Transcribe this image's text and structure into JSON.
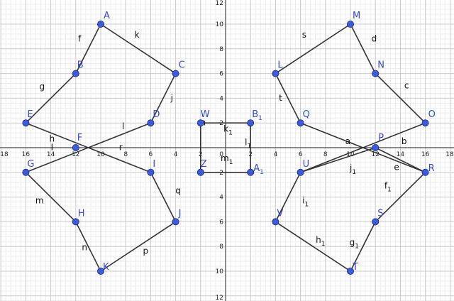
{
  "axes": {
    "x_ticks": [
      "18",
      "16",
      "14",
      "12",
      "10",
      "8",
      "6",
      "4",
      "2",
      "2",
      "4",
      "6",
      "8",
      "10",
      "12",
      "14",
      "16",
      "18"
    ],
    "y_ticks": [
      "12",
      "10",
      "8",
      "6",
      "4",
      "2",
      "2",
      "4",
      "6",
      "8",
      "10",
      "12"
    ],
    "origin_label": "0"
  },
  "colors": {
    "point_fill": "#3b5bdb",
    "point_label": "#3848d8",
    "segment": "#333333",
    "grid_major": "#c9c9c9",
    "grid_minor": "#ececec",
    "axis": "#444444"
  },
  "points": [
    {
      "id": "A",
      "x": -10,
      "y": 10,
      "dx": 4,
      "dy": -8
    },
    {
      "id": "B",
      "x": -12,
      "y": 6,
      "dx": 2,
      "dy": -8
    },
    {
      "id": "C",
      "x": -4,
      "y": 6,
      "dx": 4,
      "dy": -8
    },
    {
      "id": "D",
      "x": -6,
      "y": 2,
      "dx": 3,
      "dy": -8
    },
    {
      "id": "E",
      "x": -16,
      "y": 2,
      "dx": 2,
      "dy": -8
    },
    {
      "id": "F",
      "x": -12,
      "y": 0,
      "dx": 2,
      "dy": -10
    },
    {
      "id": "G",
      "x": -16,
      "y": -2,
      "dx": 2,
      "dy": -8
    },
    {
      "id": "H",
      "x": -12,
      "y": -6,
      "dx": 3,
      "dy": -8
    },
    {
      "id": "I",
      "x": -6,
      "y": -2,
      "dx": 3,
      "dy": -8
    },
    {
      "id": "J",
      "x": -4,
      "y": -6,
      "dx": 4,
      "dy": -8
    },
    {
      "id": "K",
      "x": -10,
      "y": -10,
      "dx": 3,
      "dy": -2
    },
    {
      "id": "W",
      "x": -2,
      "y": 2,
      "dx": 0,
      "dy": -8
    },
    {
      "id": "B",
      "x": 2,
      "y": 2,
      "dx": 2,
      "dy": -8,
      "sub": "1"
    },
    {
      "id": "Z",
      "x": -2,
      "y": -2,
      "dx": 0,
      "dy": -8
    },
    {
      "id": "A",
      "x": 2,
      "y": -2,
      "dx": 4,
      "dy": -2,
      "sub": "1"
    },
    {
      "id": "M",
      "x": 10,
      "y": 10,
      "dx": 3,
      "dy": -8
    },
    {
      "id": "L",
      "x": 4,
      "y": 6,
      "dx": 3,
      "dy": -8
    },
    {
      "id": "N",
      "x": 12,
      "y": 6,
      "dx": 3,
      "dy": -8
    },
    {
      "id": "Q",
      "x": 6,
      "y": 2,
      "dx": 3,
      "dy": -8
    },
    {
      "id": "O",
      "x": 16,
      "y": 2,
      "dx": 4,
      "dy": -8
    },
    {
      "id": "P",
      "x": 12,
      "y": 0,
      "dx": 4,
      "dy": -10
    },
    {
      "id": "U",
      "x": 6,
      "y": -2,
      "dx": 3,
      "dy": -8
    },
    {
      "id": "R",
      "x": 16,
      "y": -2,
      "dx": 4,
      "dy": -2
    },
    {
      "id": "V",
      "x": 4,
      "y": -6,
      "dx": 2,
      "dy": -8
    },
    {
      "id": "S",
      "x": 12,
      "y": -6,
      "dx": 3,
      "dy": -8
    },
    {
      "id": "T",
      "x": 10,
      "y": -10,
      "dx": 3,
      "dy": -2
    }
  ],
  "segments": [
    {
      "from": [
        -10,
        10
      ],
      "to": [
        -12,
        6
      ],
      "label": "f",
      "lx": -11.7,
      "ly": 8.6
    },
    {
      "from": [
        -10,
        10
      ],
      "to": [
        -4,
        6
      ],
      "label": "k",
      "lx": -7.1,
      "ly": 8.9
    },
    {
      "from": [
        -12,
        6
      ],
      "to": [
        -16,
        2
      ],
      "label": "g",
      "lx": -14.7,
      "ly": 4.7
    },
    {
      "from": [
        -4,
        6
      ],
      "to": [
        -6,
        2
      ],
      "label": "j",
      "lx": -4.3,
      "ly": 3.8
    },
    {
      "from": [
        -16,
        2
      ],
      "to": [
        -6,
        -2
      ],
      "label": "h",
      "lx": -13.9,
      "ly": 0.5
    },
    {
      "from": [
        -6,
        2
      ],
      "to": [
        -16,
        -2
      ],
      "label": "l",
      "lx": -8.2,
      "ly": 1.5
    },
    {
      "from": [
        -16,
        -2
      ],
      "to": [
        -12,
        -6
      ],
      "label": "m",
      "lx": -14.9,
      "ly": -4.5
    },
    {
      "from": [
        -6,
        -2
      ],
      "to": [
        -4,
        -6
      ],
      "label": "q",
      "lx": -3.8,
      "ly": -3.7
    },
    {
      "from": [
        -12,
        -6
      ],
      "to": [
        -10,
        -10
      ],
      "label": "n",
      "lx": -11.3,
      "ly": -8.3
    },
    {
      "from": [
        -4,
        -6
      ],
      "to": [
        -10,
        -10
      ],
      "label": "p",
      "lx": -6.4,
      "ly": -8.6
    },
    {
      "from": [
        -2,
        2
      ],
      "to": [
        2,
        2
      ],
      "label": "k",
      "sub": "1",
      "lx": 0.2,
      "ly": 1.3
    },
    {
      "from": [
        2,
        2
      ],
      "to": [
        2,
        -2
      ],
      "label": "l",
      "sub": "1",
      "lx": 1.8,
      "ly": 0.2
    },
    {
      "from": [
        2,
        -2
      ],
      "to": [
        -2,
        -2
      ],
      "label": "m",
      "sub": "1",
      "lx": 0.1,
      "ly": -1.1
    },
    {
      "from": [
        -2,
        -2
      ],
      "to": [
        -2,
        2
      ],
      "label": "n",
      "lx": -1.8,
      "ly": 1.8
    },
    {
      "from": [
        10,
        10
      ],
      "to": [
        4,
        6
      ],
      "label": "s",
      "lx": 6.3,
      "ly": 8.9
    },
    {
      "from": [
        10,
        10
      ],
      "to": [
        12,
        6
      ],
      "label": "d",
      "lx": 11.9,
      "ly": 8.6
    },
    {
      "from": [
        4,
        6
      ],
      "to": [
        6,
        2
      ],
      "label": "t",
      "lx": 4.4,
      "ly": 3.8
    },
    {
      "from": [
        12,
        6
      ],
      "to": [
        16,
        2
      ],
      "label": "c",
      "lx": 14.5,
      "ly": 4.8
    },
    {
      "from": [
        6,
        2
      ],
      "to": [
        16,
        -2
      ],
      "label": "a",
      "lx": 9.8,
      "ly": 0.3
    },
    {
      "from": [
        16,
        2
      ],
      "to": [
        6,
        -2
      ],
      "label": "b",
      "lx": 14.3,
      "ly": 0.3
    },
    {
      "from": [
        6,
        -2
      ],
      "to": [
        4,
        -6
      ],
      "label": "i",
      "sub": "1",
      "lx": 6.4,
      "ly": -4.5
    },
    {
      "from": [
        16,
        -2
      ],
      "to": [
        12,
        -6
      ],
      "label": "f",
      "sub": "1",
      "lx": 13.0,
      "ly": -3.3
    },
    {
      "from": [
        4,
        -6
      ],
      "to": [
        10,
        -10
      ],
      "label": "h",
      "sub": "1",
      "lx": 7.6,
      "ly": -7.7
    },
    {
      "from": [
        12,
        -6
      ],
      "to": [
        10,
        -10
      ],
      "label": "g",
      "sub": "1",
      "lx": 10.3,
      "ly": -7.9
    },
    {
      "from": [
        16,
        -2
      ],
      "to": [
        12,
        0
      ],
      "label": "e",
      "lx": 13.7,
      "ly": -1.8
    },
    {
      "from": [
        6,
        -2
      ],
      "to": [
        12,
        0
      ],
      "label": "j",
      "sub": "1",
      "lx": 10.2,
      "ly": -1.9
    }
  ],
  "extra_labels": [
    {
      "text": "I",
      "lx": -13.9,
      "ly": -0.2
    },
    {
      "text": "r",
      "lx": -8.4,
      "ly": -0.2
    }
  ]
}
